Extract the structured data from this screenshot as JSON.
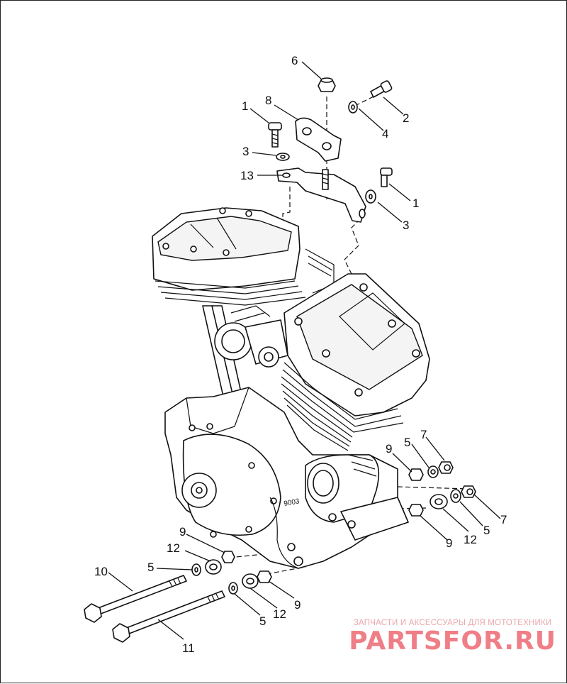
{
  "diagram": {
    "callouts": {
      "c6": "6",
      "c8": "8",
      "c1a": "1",
      "c2": "2",
      "c4": "4",
      "c3a": "3",
      "c13": "13",
      "c1b": "1",
      "c3b": "3",
      "c7a": "7",
      "c5a": "5",
      "c9a": "9",
      "c7b": "7",
      "c5b": "5",
      "c12a": "12",
      "c9b": "9",
      "c9c": "9",
      "c12b": "12",
      "c5c": "5",
      "c10": "10",
      "c9d": "9",
      "c12c": "12",
      "c5d": "5",
      "c11": "11"
    },
    "engine_stamp": "9003"
  },
  "watermark": {
    "tagline": "ЗАПЧАСТИ И АКСЕССУАРЫ ДЛЯ МОТОТЕХНИКИ",
    "logo": "PARTSFOR.RU"
  },
  "colors": {
    "line": "#111111",
    "watermark": "#ef7e86"
  }
}
